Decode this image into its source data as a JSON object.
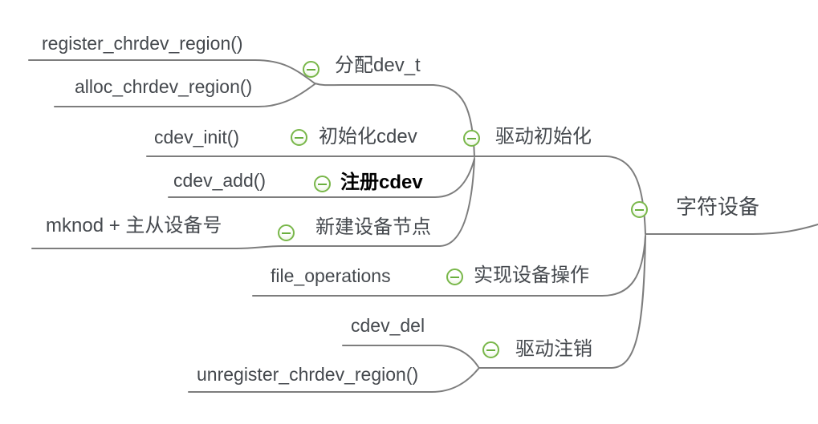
{
  "diagram": {
    "type": "mindmap",
    "topics": {
      "root": "字符设备",
      "driver_init": "驱动初始化",
      "alloc_devt": "分配dev_t",
      "register_chrdev_region": "register_chrdev_region()",
      "alloc_chrdev_region": "alloc_chrdev_region()",
      "init_cdev": "初始化cdev",
      "cdev_init": "cdev_init()",
      "reg_cdev": "注册cdev",
      "cdev_add": "cdev_add()",
      "new_node": "新建设备节点",
      "mknod": "mknod + 主从设备号",
      "impl_ops": "实现设备操作",
      "file_operations": "file_operations",
      "driver_unreg": "驱动注销",
      "cdev_del": "cdev_del",
      "unregister_chrdev_region": "unregister_chrdev_region()"
    },
    "structure": [
      {
        "topic": "root",
        "children": [
          {
            "topic": "driver_init",
            "children": [
              {
                "topic": "alloc_devt",
                "children": [
                  {
                    "topic": "register_chrdev_region"
                  },
                  {
                    "topic": "alloc_chrdev_region"
                  }
                ]
              },
              {
                "topic": "init_cdev",
                "children": [
                  {
                    "topic": "cdev_init"
                  }
                ]
              },
              {
                "topic": "reg_cdev",
                "children": [
                  {
                    "topic": "cdev_add"
                  }
                ]
              },
              {
                "topic": "new_node",
                "children": [
                  {
                    "topic": "mknod"
                  }
                ]
              }
            ]
          },
          {
            "topic": "impl_ops",
            "children": [
              {
                "topic": "file_operations"
              }
            ]
          },
          {
            "topic": "driver_unreg",
            "children": [
              {
                "topic": "cdev_del"
              },
              {
                "topic": "unregister_chrdev_region"
              }
            ]
          }
        ]
      }
    ],
    "icons": {
      "collapse": "minus-circle"
    },
    "colors": {
      "background": "#ffffff",
      "line": "#7d7d7d",
      "text": "#45494e",
      "emphasis_text": "#000000",
      "collapse_border": "#79b74a",
      "collapse_minus": "#69af3d"
    }
  }
}
